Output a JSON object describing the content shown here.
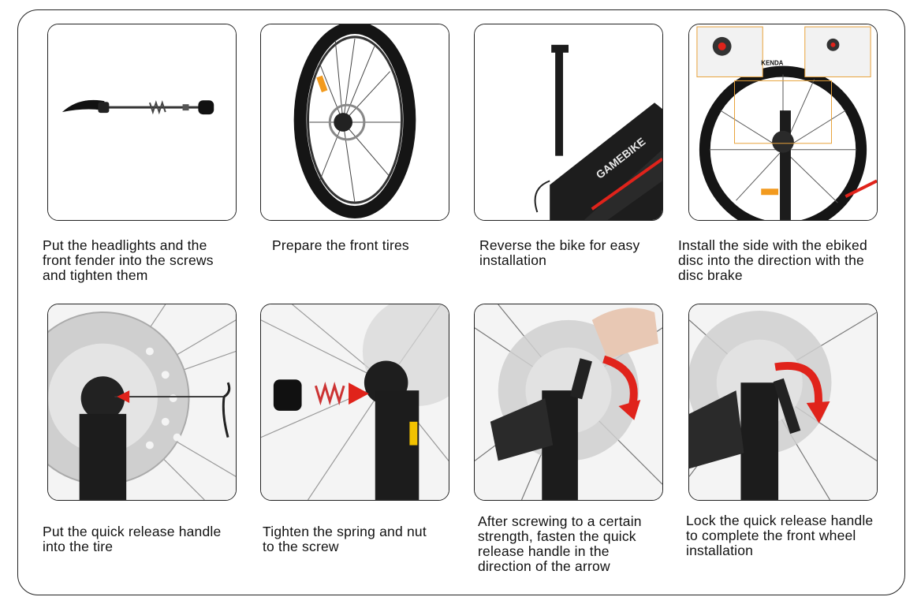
{
  "steps": [
    {
      "caption": [
        "Put the headlights and the",
        "front fender into the screws",
        "and tighten them"
      ]
    },
    {
      "caption": [
        "Prepare the front tires"
      ]
    },
    {
      "caption": [
        "Reverse the bike for easy",
        "installation"
      ]
    },
    {
      "caption": [
        "Install the side with the ebiked",
        "disc into the direction with the",
        "disc brake"
      ]
    },
    {
      "caption": [
        "Put the quick release handle",
        "into the tire"
      ]
    },
    {
      "caption": [
        "Tighten the spring and nut",
        "to the screw"
      ]
    },
    {
      "caption": [
        "After screwing to a certain",
        "strength, fasten the quick",
        "release handle in the",
        "direction of the arrow"
      ]
    },
    {
      "caption": [
        "Lock the quick release handle",
        "to complete the front wheel",
        "installation"
      ]
    }
  ],
  "photo_labels": {
    "frame_brand": "GAMEBIKE",
    "tire_brand": "KENDA"
  },
  "colors": {
    "frame_black": "#1a1a1a",
    "accent_red": "#e0231b",
    "rotor_silver": "#c9c9c9",
    "reflector_orange": "#f29a1e"
  }
}
